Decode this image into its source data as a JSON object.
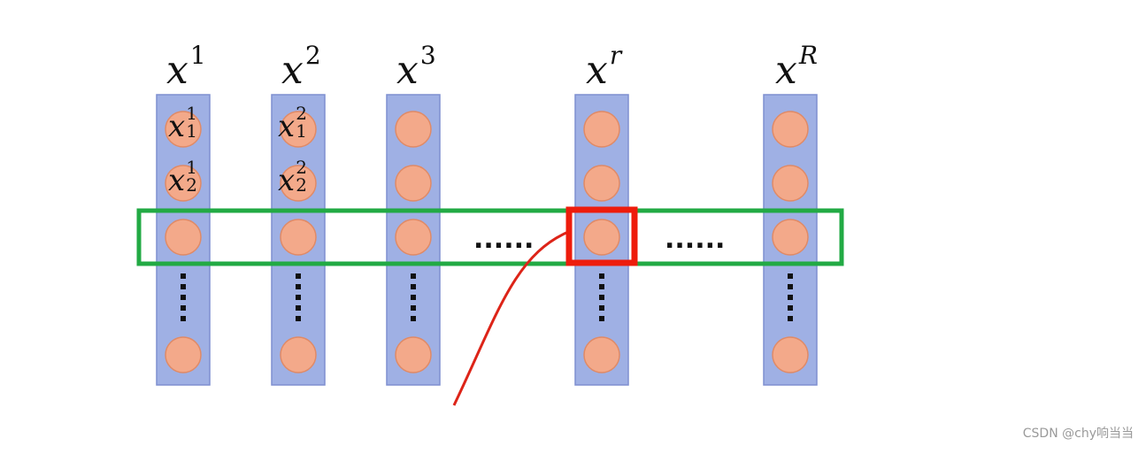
{
  "columns": [
    {
      "symbol": "x",
      "sup": "1",
      "sup_italic": false,
      "labeled": true,
      "sub_labels": [
        {
          "sup": "1",
          "sub": "1"
        },
        {
          "sup": "1",
          "sub": "2"
        }
      ]
    },
    {
      "symbol": "x",
      "sup": "2",
      "sup_italic": false,
      "labeled": true,
      "sub_labels": [
        {
          "sup": "2",
          "sub": "1"
        },
        {
          "sup": "2",
          "sub": "2"
        }
      ]
    },
    {
      "symbol": "x",
      "sup": "3",
      "sup_italic": false,
      "labeled": false,
      "sub_labels": []
    },
    {
      "symbol": "x",
      "sup": "r",
      "sup_italic": true,
      "labeled": false,
      "sub_labels": []
    },
    {
      "symbol": "x",
      "sup": "R",
      "sup_italic": true,
      "labeled": false,
      "sub_labels": []
    }
  ],
  "horizontal_ellipsis": [
    "......",
    "......"
  ],
  "colors": {
    "column_fill": "#9fb0e4",
    "column_stroke": "#7f8fd0",
    "node_fill": "#f3a98a",
    "node_stroke": "#e08a66",
    "row_box": "#22aa44",
    "highlight_box": "#ee1c0c",
    "pointer_curve": "#dd2418",
    "dots": "#111111"
  },
  "watermark": "CSDN @chy响当当"
}
